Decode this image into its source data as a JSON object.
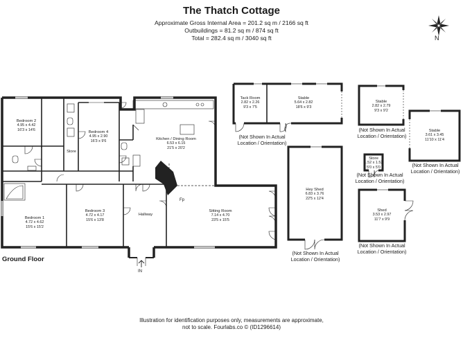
{
  "header": {
    "title": "The Thatch Cottage",
    "gross_area": "Approximate Gross Internal Area = 201.2 sq m / 2166 sq ft",
    "outbuildings": "Outbuildings = 81.2 sq m / 874 sq ft",
    "total": "Total = 282.4 sq m / 3040 sq ft"
  },
  "compass": {
    "label": "N"
  },
  "floor": {
    "label": "Ground Floor"
  },
  "rooms": {
    "bedroom2": {
      "name": "Bedroom 2",
      "metric": "4.95 x 4.42",
      "imperial": "16'3 x 14'6"
    },
    "bedroom4": {
      "name": "Bedroom 4",
      "metric": "4.95 x 2.90",
      "imperial": "16'3 x 9'6"
    },
    "store": {
      "name": "Store"
    },
    "kitchen": {
      "name": "Kitchen / Dining Room",
      "metric": "6.53 x 6.15",
      "imperial": "21'5 x 20'2"
    },
    "bedroom1": {
      "name": "Bedroom 1",
      "metric": "4.72 x 4.62",
      "imperial": "15'6 x 15'2"
    },
    "bedroom3": {
      "name": "Bedroom 3",
      "metric": "4.72 x 4.17",
      "imperial": "15'6 x 13'8"
    },
    "hallway": {
      "name": "Hallway"
    },
    "fp": {
      "name": "Fp"
    },
    "sitting": {
      "name": "Sitting Room",
      "metric": "7.14 x 4.70",
      "imperial": "23'5 x 15'5"
    },
    "entrance": {
      "name": "IN"
    }
  },
  "outbuildings": {
    "tack": {
      "name": "Tack Room",
      "metric": "2.82 x 2.26",
      "imperial": "9'3 x 7'5"
    },
    "stable_main": {
      "name": "Stable",
      "metric": "5.64 x 2.82",
      "imperial": "18'6 x 9'3"
    },
    "stable_small": {
      "name": "Stable",
      "metric": "2.82 x 2.79",
      "imperial": "9'3 x 9'2"
    },
    "stable_right": {
      "name": "Stable",
      "metric": "3.61 x 3.45",
      "imperial": "11'10 x 11'4"
    },
    "hey_shed": {
      "name": "Hey Shed",
      "metric": "6.83 x 3.76",
      "imperial": "22'5 x 12'4"
    },
    "store": {
      "name": "Store",
      "metric": "1.52 x 1.52",
      "imperial": "5'0 x 5'0"
    },
    "shed": {
      "name": "Shed",
      "metric": "3.53 x 2.97",
      "imperial": "11'7 x 9'9"
    }
  },
  "notes": {
    "line1": "(Not Shown In Actual",
    "line2": "Location / Orientation)"
  },
  "footer": {
    "line1": "Illustration for identification purposes only, measurements are approximate,",
    "line2": "not to scale. Fourlabs.co © (ID1296614)"
  }
}
